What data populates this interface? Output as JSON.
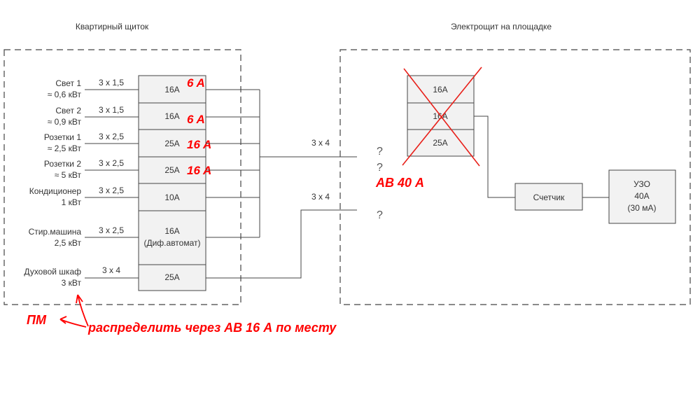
{
  "titles": {
    "left": "Квартирный щиток",
    "right": "Электрощит на площадке"
  },
  "consumers": [
    {
      "name": "Свет 1",
      "power": "≈ 0,6 кВт",
      "cable": "3 x 1,5",
      "breaker": "16A",
      "note": "6 A"
    },
    {
      "name": "Свет 2",
      "power": "≈ 0,9 кВт",
      "cable": "3 x 1,5",
      "breaker": "16A",
      "note": "6 A"
    },
    {
      "name": "Розетки 1",
      "power": "≈ 2,5 кВт",
      "cable": "3 x 2,5",
      "breaker": "25A",
      "note": "16 A"
    },
    {
      "name": "Розетки 2",
      "power": "≈ 5 кВт",
      "cable": "3 x 2,5",
      "breaker": "25A",
      "note": "16 A"
    },
    {
      "name": "Кондиционер",
      "power": "1 кВт",
      "cable": "3 x 2,5",
      "breaker": "10A",
      "note": ""
    },
    {
      "name": "Стир.машина",
      "power": "2,5 кВт",
      "cable": "3 x 2,5",
      "breaker": "16A",
      "breaker_sub": "(Диф.автомат)",
      "note": ""
    },
    {
      "name": "Духовой шкаф",
      "power": "3 кВт",
      "cable": "3 x 4",
      "breaker": "25A",
      "note": ""
    }
  ],
  "feeds": {
    "upper_cable": "3 x 4",
    "lower_cable": "3 x 4",
    "question_marks": [
      "?",
      "?",
      "?"
    ]
  },
  "panel": {
    "breakers": [
      "16A",
      "16A",
      "25A"
    ],
    "meter": "Счетчик",
    "rcd": {
      "line1": "УЗО",
      "line2": "40A",
      "line3": "(30 мА)"
    }
  },
  "annotations": {
    "ab40": "АВ 40 А",
    "pm": "ПМ",
    "distribute": "распределить через АВ 16 А  по месту"
  }
}
